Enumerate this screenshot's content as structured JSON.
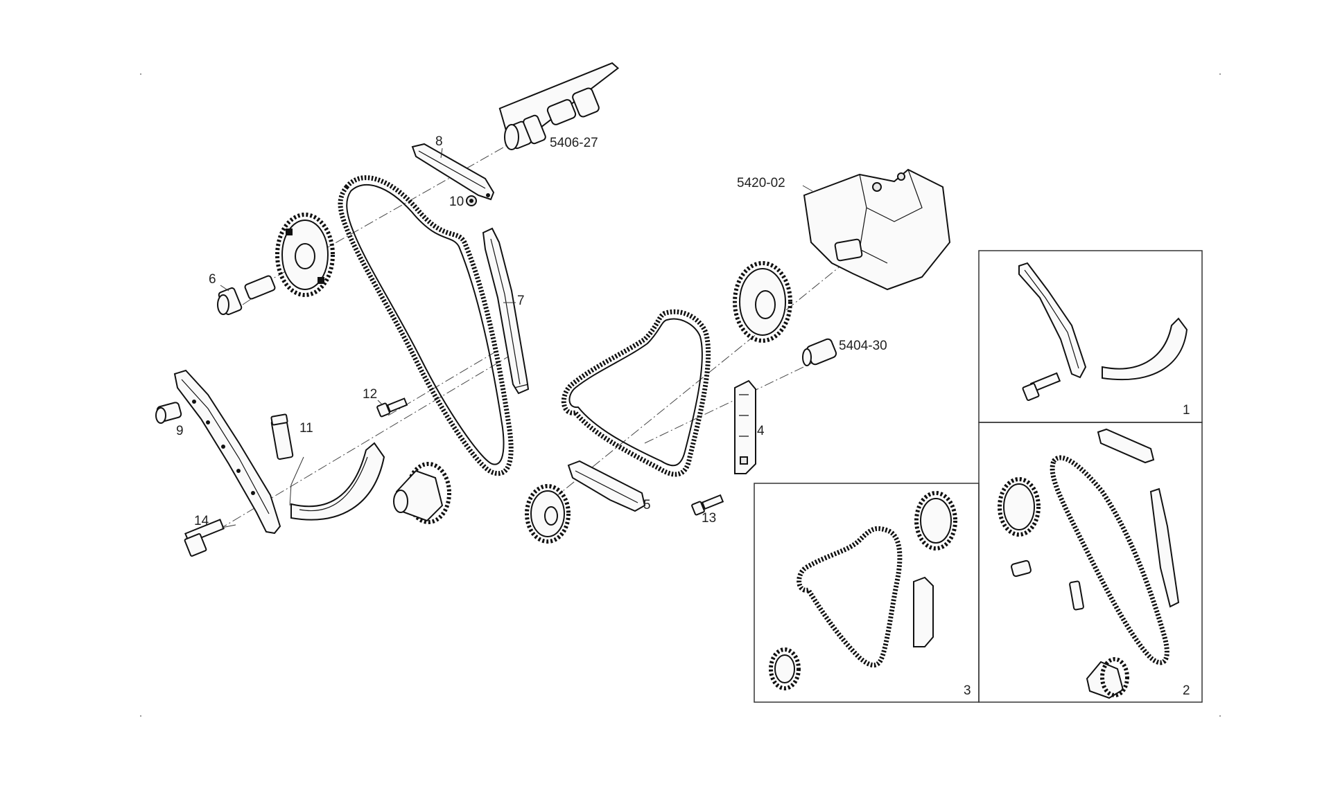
{
  "callouts": {
    "p1": "1",
    "p2": "2",
    "p3": "3",
    "p4": "4",
    "p5": "5",
    "p6": "6",
    "p7": "7",
    "p8": "8",
    "p9": "9",
    "p10": "10",
    "p11": "11",
    "p12": "12",
    "p13": "13",
    "p14": "14",
    "camshaft": "5406-27",
    "injection_pump": "5420-02",
    "pump_hub": "5404-30"
  },
  "icons": [
    "sprocket-icon",
    "chain-icon",
    "bolt-icon",
    "guide-rail-icon",
    "tensioner-icon"
  ]
}
